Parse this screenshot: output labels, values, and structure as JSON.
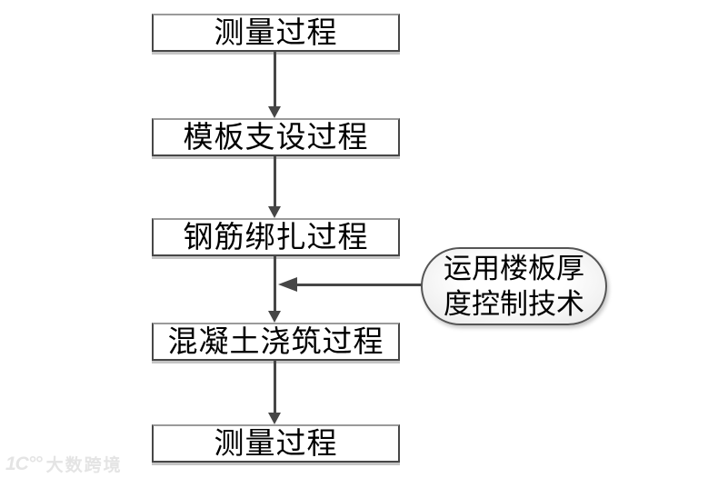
{
  "flow": {
    "steps": [
      {
        "label": "测量过程"
      },
      {
        "label": "模板支设过程"
      },
      {
        "label": "钢筋绑扎过程"
      },
      {
        "label": "混凝土浇筑过程"
      },
      {
        "label": "测量过程"
      }
    ],
    "callout": {
      "lines": [
        "运用楼板厚",
        "度控制技术"
      ]
    }
  },
  "watermark": {
    "logo": "1C°°",
    "text": "大数跨境"
  },
  "colors": {
    "box_border": "#474747",
    "box_border_top": "#9a9a9a",
    "box_fill": "#ffffff",
    "arrow": "#464646",
    "callout_border": "#555555",
    "callout_fill_edge": "#e7e7e7",
    "watermark": "#e4e4e4",
    "text": "#000000",
    "background": "#ffffff"
  }
}
